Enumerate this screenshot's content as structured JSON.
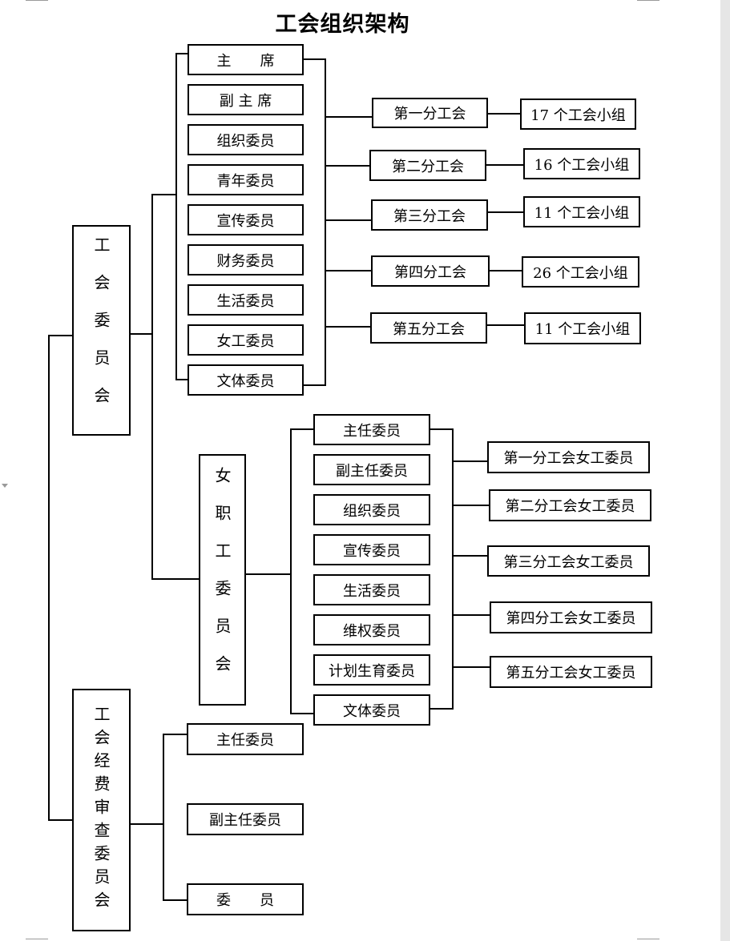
{
  "title": "工会组织架构",
  "committee": {
    "label": "工会委员会",
    "members": [
      "主　　席",
      "副 主 席",
      "组织委员",
      "青年委员",
      "宣传委员",
      "财务委员",
      "生活委员",
      "女工委员",
      "文体委员"
    ],
    "branches": [
      "第一分工会",
      "第二分工会",
      "第三分工会",
      "第四分工会",
      "第五分工会"
    ],
    "groups": [
      "17 个工会小组",
      "16 个工会小组",
      "11 个工会小组",
      "26 个工会小组",
      "11 个工会小组"
    ]
  },
  "women_committee": {
    "label": "女职工委员会",
    "members": [
      "主任委员",
      "副主任委员",
      "组织委员",
      "宣传委员",
      "生活委员",
      "维权委员",
      "计划生育委员",
      "文体委员"
    ],
    "branch_members": [
      "第一分工会女工委员",
      "第二分工会女工委员",
      "第三分工会女工委员",
      "第四分工会女工委员",
      "第五分工会女工委员"
    ]
  },
  "audit_committee": {
    "label": "工会经费审查委员会",
    "members": [
      "主任委员",
      "副主任委员",
      "委　　员"
    ]
  }
}
